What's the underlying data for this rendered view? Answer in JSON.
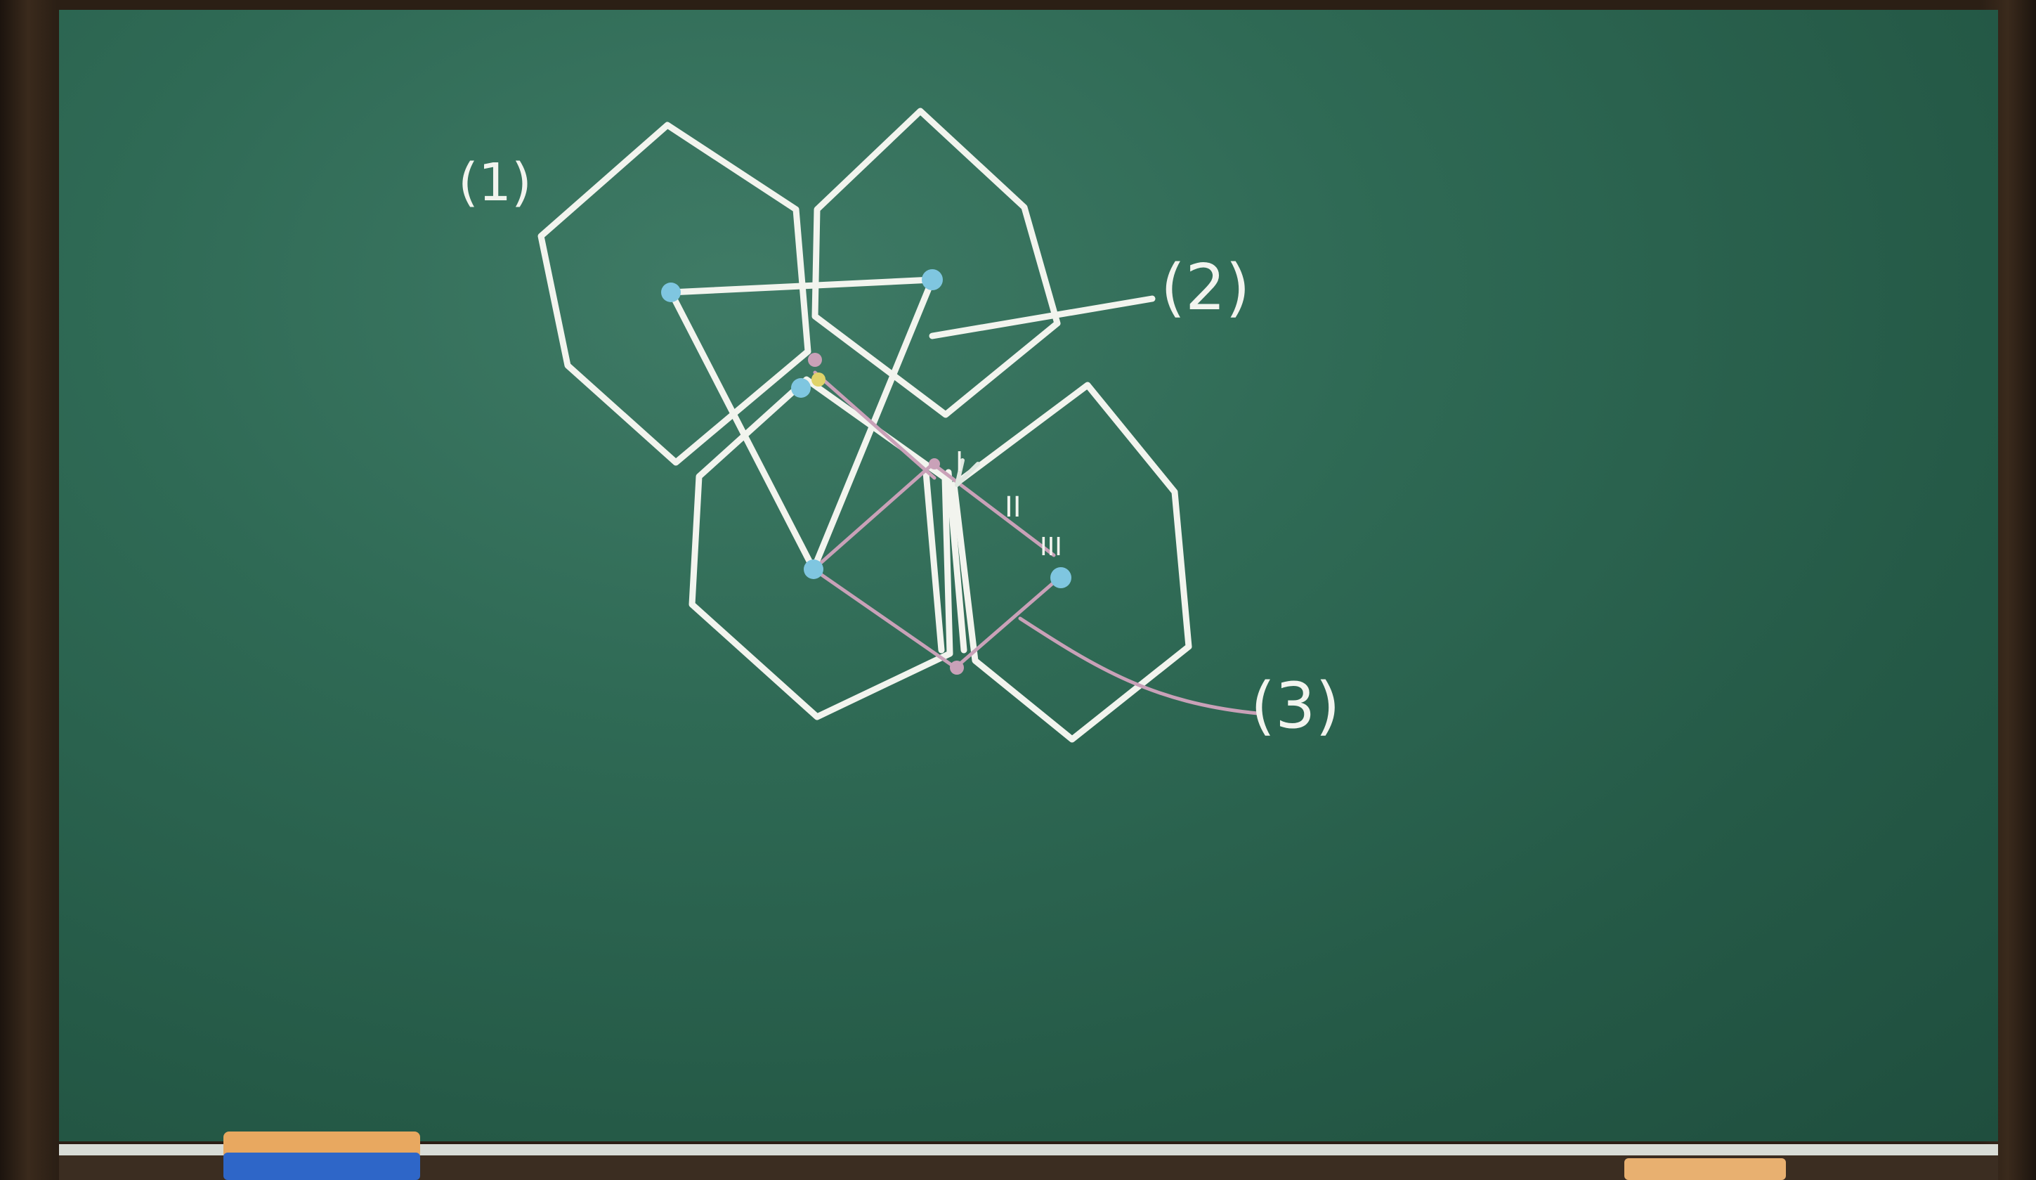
{
  "labels": {
    "one": "(1)",
    "two": "(2)",
    "three": "(3)",
    "roman_1": "I",
    "roman_2": "II",
    "roman_3": "III"
  },
  "colors": {
    "board": "#2f6a55",
    "chalk_white": "#f2f4ee",
    "chalk_blue": "#7fc6e0",
    "chalk_pink": "#c9a1b8",
    "chalk_yellow": "#e0d36a",
    "tray": "#cfd3cf",
    "eraser_left": "#e8a860",
    "eraser_right": "#e8b070"
  },
  "icons": [
    "eraser-icon",
    "eraser-icon"
  ]
}
